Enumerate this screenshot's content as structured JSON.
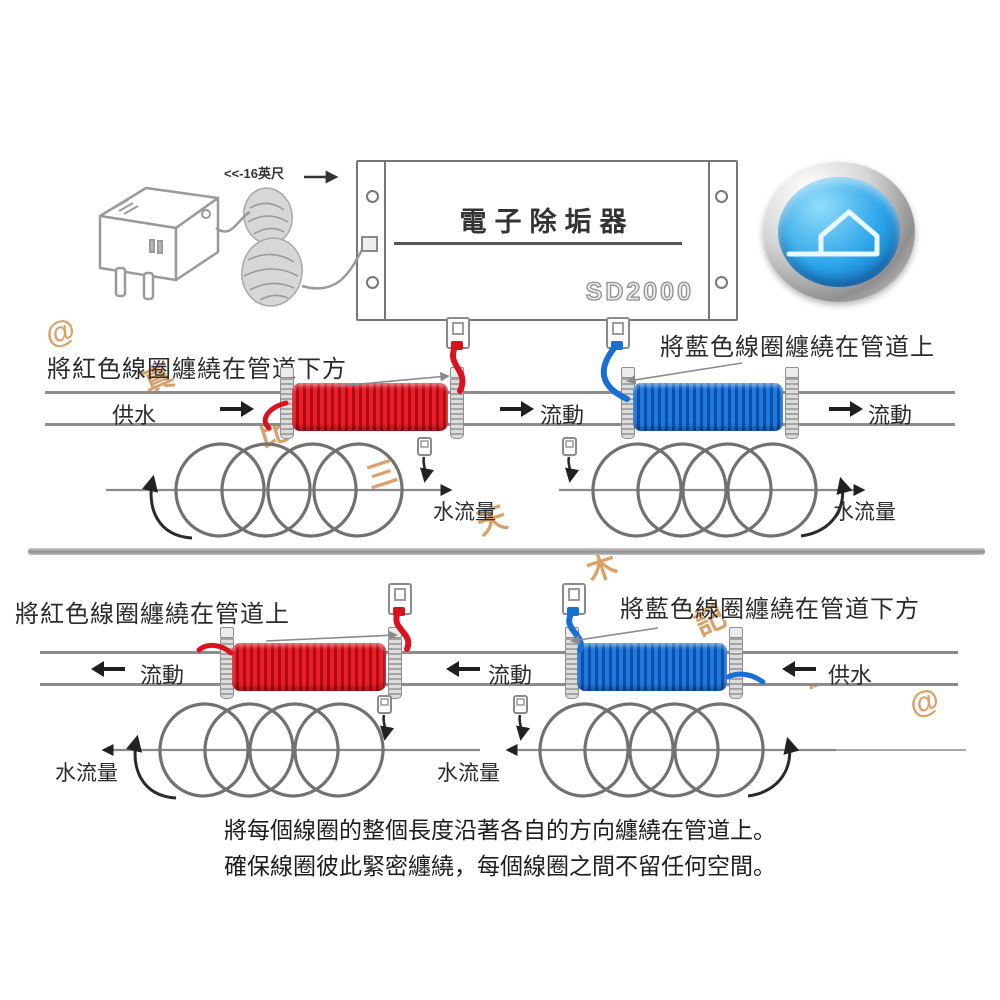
{
  "device": {
    "title": "電子除垢器",
    "model": "SD2000",
    "cable_length_label": "<<-16英尺"
  },
  "logo": {
    "icon": "house-icon",
    "ring_color": "#b9b9b9",
    "face_color": "#2aa3e8"
  },
  "top_section": {
    "red_instruction": "將紅色線圈纏繞在管道下方",
    "blue_instruction": "將藍色線圈纏繞在管道上",
    "pipe": {
      "supply_label": "供水",
      "flow_label": "流動"
    },
    "left_spiral_label": "水流量",
    "right_spiral_label": "水流量"
  },
  "bottom_section": {
    "red_instruction": "將紅色線圈纏繞在管道上",
    "blue_instruction": "將藍色線圈纏繞在管道下方",
    "pipe": {
      "supply_label": "供水",
      "flow_label": "流動"
    },
    "left_spiral_label": "水流量",
    "right_spiral_label": "水流量"
  },
  "footer": {
    "line1": "將每個線圈的整個長度沿著各自的方向纏繞在管道上。",
    "line2": "確保線圈彼此緊密纏繞，每個線圈之間不留任何空間。"
  },
  "colors": {
    "red_coil": "#df1020",
    "blue_coil": "#1a6fd4",
    "watermark": "#cf8a45",
    "pipe": "#8c8c8c"
  },
  "watermark": {
    "marks": [
      "@",
      "真",
      "比",
      "三",
      "天",
      "木",
      "記",
      "虛",
      "@"
    ]
  }
}
